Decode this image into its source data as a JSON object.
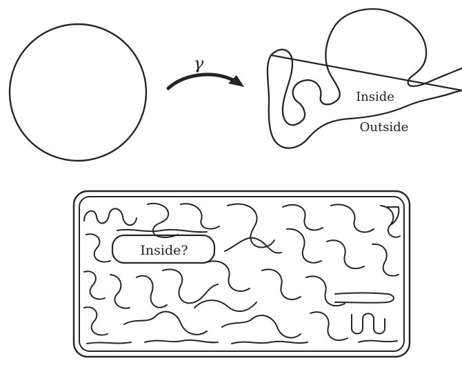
{
  "top_figure": {
    "map_symbol": "γ",
    "inside_label": "Inside",
    "outside_label": "Outside"
  },
  "bottom_figure": {
    "question_label": "Inside?"
  },
  "colors": {
    "ink": "#242424",
    "background": "#ffffff"
  }
}
